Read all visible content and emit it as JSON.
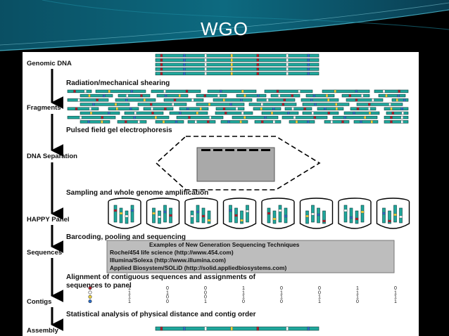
{
  "slide": {
    "title": "WGO"
  },
  "colors": {
    "dna": "#1fa79c",
    "header": "#0b5c6e",
    "marker_red": "#b01c2a",
    "marker_yellow": "#f2d43a",
    "marker_blue": "#2a6cc9"
  },
  "stages": {
    "genomic_dna": "Genomic DNA",
    "fragments": "Fragments",
    "dna_separation": "DNA Separation",
    "happy_panel": "HAPPY Panel",
    "sequences": "Sequences",
    "contigs": "Contigs",
    "assembly": "Assembly"
  },
  "steps": {
    "shearing": "Radiation/mechanical shearing",
    "electrophoresis": "Pulsed field gel electrophoresis",
    "amplification": "Sampling and whole genome amplification",
    "barcoding": "Barcoding, pooling and sequencing",
    "alignment_line1": "Alignment of contiguous sequences and assignments of",
    "alignment_line2": "sequences to panel",
    "statistical": "Statistical analysis of physical distance and contig order"
  },
  "techniques_box": {
    "heading": "Examples of New Generation Sequencing Techniques",
    "items": [
      "Roche/454 life science (http://www.454.com)",
      "Illumina/Solexa (http://www.illumina.com)",
      "Applied Biosystem/SOLiD (http://solid.appliedbiosystems.com)"
    ]
  },
  "contig_table": {
    "rows": [
      {
        "marker": "red",
        "values": [
          "1",
          "0",
          "0",
          "1",
          "0",
          "0",
          "1",
          "0"
        ]
      },
      {
        "marker": "white",
        "values": [
          "1",
          "1",
          "0",
          "1",
          "1",
          "0",
          "1",
          "1"
        ]
      },
      {
        "marker": "yellow",
        "values": [
          "1",
          "0",
          "0",
          "1",
          "1",
          "1",
          "1",
          "1"
        ]
      },
      {
        "marker": "blue",
        "values": [
          "1",
          "0",
          "1",
          "0",
          "0",
          "1",
          "0",
          "1"
        ]
      }
    ]
  }
}
